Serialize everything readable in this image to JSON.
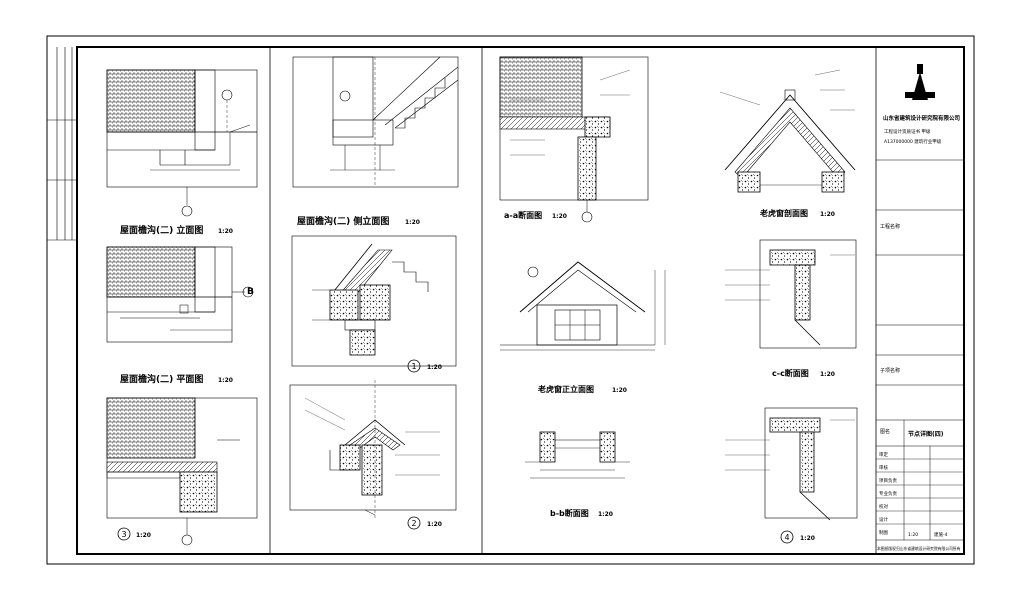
{
  "drawing": {
    "views": {
      "gutter_elevation": {
        "caption": "屋面檐沟(二) 立面图",
        "scale": "1:20"
      },
      "gutter_side_elevation": {
        "caption": "屋面檐沟(二) 侧立面图",
        "scale": "1:20"
      },
      "gutter_plan": {
        "caption": "屋面檐沟(二) 平面图",
        "scale": "1:20"
      },
      "detail_3": {
        "number": "3",
        "scale": "1:20"
      },
      "detail_1": {
        "number": "1",
        "scale": "1:20"
      },
      "detail_2": {
        "number": "2",
        "scale": "1:20"
      },
      "section_aa": {
        "caption": "a-a断面图",
        "scale": "1:20"
      },
      "dormer_section": {
        "caption": "老虎窗剖面图",
        "scale": "1:20"
      },
      "dormer_front": {
        "caption": "老虎窗正立面图",
        "scale": "1:20"
      },
      "section_bb": {
        "caption": "b-b断面图",
        "scale": "1:20"
      },
      "section_cc": {
        "caption": "c-c断面图",
        "scale": "1:20"
      },
      "detail_4": {
        "number": "4",
        "scale": "1:20"
      }
    },
    "markers": {
      "axis_b": "B"
    }
  },
  "title_block": {
    "company": "山东省建筑设计研究院有限公司",
    "cert_line1": "工程设计资质证书 甲级",
    "cert_line2": "A137000000 建筑行业甲级",
    "row_project": "工程名称",
    "row_sub": "子项名称",
    "row_title": "图名",
    "drawing_title": "节点详图(四)",
    "rows": [
      "审定",
      "审核",
      "项目负责",
      "专业负责",
      "校对",
      "设计",
      "制图"
    ],
    "sheet_no": "建施-4",
    "scale": "1:20",
    "footer": "本图纸版权归山东省建筑设计研究院有限公司所有"
  },
  "colors": {
    "line": "#000000",
    "background": "#ffffff"
  }
}
